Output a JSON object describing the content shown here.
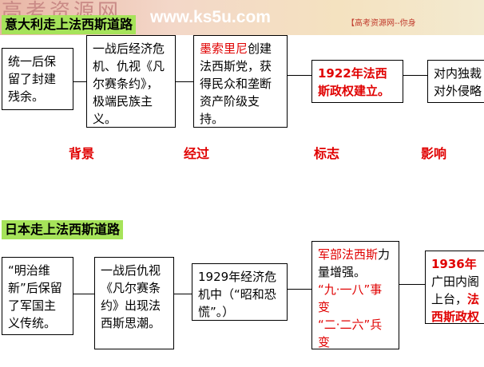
{
  "watermark": {
    "left": "高考资源网",
    "site": "www.ks5u.com",
    "right": "【高考资源网--你身"
  },
  "italy": {
    "title": "意大利走上法西斯道路",
    "boxes": [
      {
        "text": "统一后保留了封建残余。"
      },
      {
        "text": "一战后经济危机、仇视《凡尔赛条约》，极端民族主义。"
      },
      {
        "red": "墨索里尼",
        "text": "创建法西斯党，获得民众和垄断资产阶级支持。"
      },
      {
        "red": "1922年法西斯政权建立。"
      },
      {
        "text": "对内独裁对外侵略扩"
      }
    ]
  },
  "categories": [
    "背景",
    "经过",
    "标志",
    "影响"
  ],
  "japan": {
    "title": "日本走上法西斯道路",
    "boxes": [
      {
        "text": "“明治维新”后保留了军国主义传统。"
      },
      {
        "text": "一战后仇视《凡尔赛条约》出现法西斯思潮。"
      },
      {
        "text": "1929年经济危机中（“昭和恐慌”。）"
      },
      {
        "red1": "军部法西斯",
        "text": "力量增强。",
        "red2": "“九·一八”事变",
        "red3": "“二·二六”兵变"
      },
      {
        "red_year": "1936年",
        "text": "广田内阁上台，",
        "red": "法西斯政权建立。"
      }
    ]
  }
}
